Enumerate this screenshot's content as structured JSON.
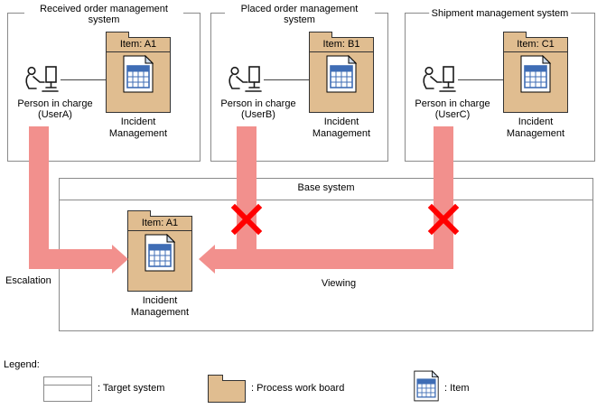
{
  "colors": {
    "folder": "#e0bd90",
    "arrow": "#f2908d",
    "cross": "#ff0000",
    "table": "#3f6db5",
    "box_border": "#8a8a8a"
  },
  "systems": [
    {
      "title": "Received order management system",
      "person_lines": [
        "Person in charge",
        "(UserA)"
      ],
      "item_title": "Item: A1",
      "item_caption": "Incident Management"
    },
    {
      "title": "Placed order management system",
      "person_lines": [
        "Person in charge",
        "(UserB)"
      ],
      "item_title": "Item: B1",
      "item_caption": "Incident Management"
    },
    {
      "title": "Shipment management system",
      "person_lines": [
        "Person in charge",
        "(UserC)"
      ],
      "item_title": "Item: C1",
      "item_caption": "Incident Management"
    }
  ],
  "base_system": {
    "title": "Base system",
    "item_title": "Item: A1",
    "item_caption": "Incident Management"
  },
  "arrow_labels": {
    "escalation": "Escalation",
    "viewing": "Viewing"
  },
  "legend": {
    "title": "Legend:",
    "entries": [
      {
        "label": ": Target system"
      },
      {
        "label": ": Process work board"
      },
      {
        "label": ": Item"
      }
    ]
  }
}
